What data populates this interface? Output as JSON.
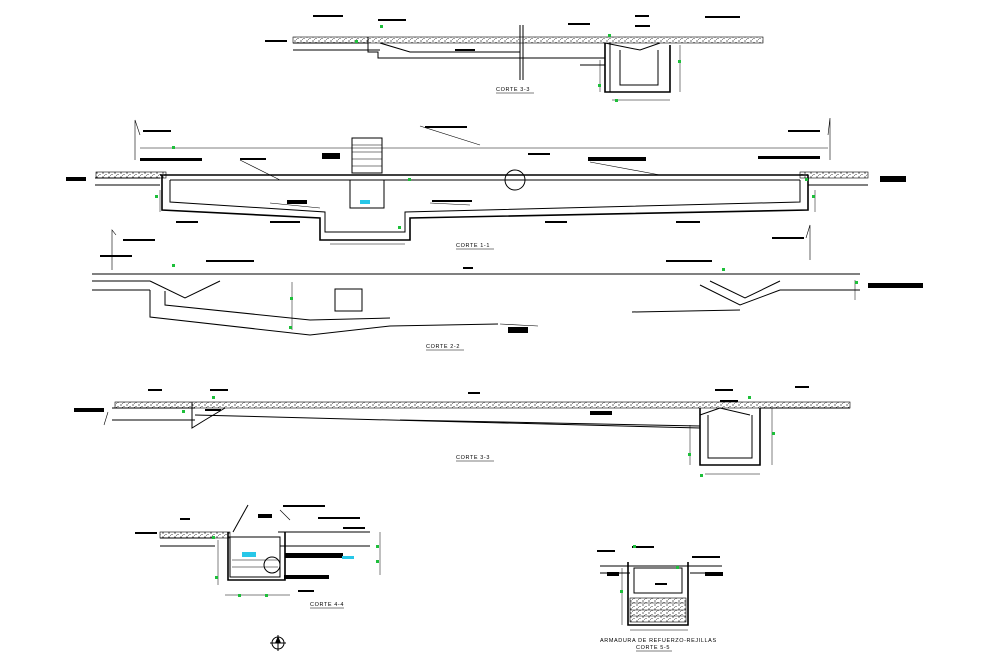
{
  "sections": [
    {
      "id": "corte-3-3-top",
      "title": "CORTE 3-3"
    },
    {
      "id": "corte-1-1",
      "title": "CORTE 1-1"
    },
    {
      "id": "corte-2-2",
      "title": "CORTE 2-2"
    },
    {
      "id": "corte-3-3-mid",
      "title": "CORTE 3-3"
    },
    {
      "id": "corte-4-4",
      "title": "CORTE 4-4"
    },
    {
      "id": "corte-5-5",
      "title": "ARMADURA DE REFUERZO-REJILLAS",
      "subtitle": "CORTE 5-5"
    }
  ],
  "colors": {
    "line": "#000000",
    "dimension_marker": "#1dbf3a",
    "water": "#27c7e8"
  },
  "icons": [
    "north-arrow-icon"
  ]
}
